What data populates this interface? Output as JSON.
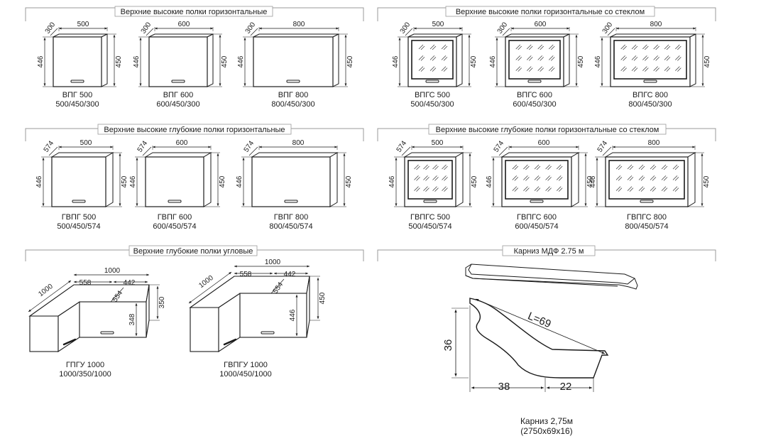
{
  "sections": [
    {
      "title": "Верхние высокие полки горизонтальные",
      "items": [
        {
          "depth": "300",
          "width": "500",
          "front_h": "446",
          "height": "450",
          "name": "ВПГ 500",
          "size": "500/450/300"
        },
        {
          "depth": "300",
          "width": "600",
          "front_h": "446",
          "height": "450",
          "name": "ВПГ 600",
          "size": "600/450/300"
        },
        {
          "depth": "300",
          "width": "800",
          "front_h": "446",
          "height": "450",
          "name": "ВПГ 800",
          "size": "800/450/300"
        }
      ]
    },
    {
      "title": "Верхние высокие полки горизонтальные со стеклом",
      "items": [
        {
          "depth": "300",
          "width": "500",
          "front_h": "446",
          "height": "450",
          "name": "ВПГС 500",
          "size": "500/450/300"
        },
        {
          "depth": "300",
          "width": "600",
          "front_h": "446",
          "height": "450",
          "name": "ВПГС 600",
          "size": "600/450/300"
        },
        {
          "depth": "300",
          "width": "800",
          "front_h": "446",
          "height": "450",
          "name": "ВПГС 800",
          "size": "800/450/300"
        }
      ]
    },
    {
      "title": "Верхние высокие глубокие полки горизонтальные",
      "items": [
        {
          "depth": "574",
          "width": "500",
          "front_h": "446",
          "height": "450",
          "name": "ГВПГ 500",
          "size": "500/450/574"
        },
        {
          "depth": "574",
          "width": "600",
          "front_h": "446",
          "height": "450",
          "name": "ГВПГ 600",
          "size": "600/450/574"
        },
        {
          "depth": "574",
          "width": "800",
          "front_h": "446",
          "height": "450",
          "name": "ГВПГ 800",
          "size": "800/450/574"
        }
      ]
    },
    {
      "title": "Верхние высокие глубокие полки горизонтальные со стеклом",
      "items": [
        {
          "depth": "574",
          "width": "500",
          "front_h": "446",
          "height": "450",
          "name": "ГВПГС 500",
          "size": "500/450/574"
        },
        {
          "depth": "574",
          "width": "600",
          "front_h": "446",
          "height": "450",
          "name": "ГВПГС 600",
          "size": "600/450/574"
        },
        {
          "depth": "574",
          "width": "800",
          "front_h": "446",
          "height": "450",
          "name": "ГВПГС 800",
          "size": "800/450/574"
        }
      ]
    },
    {
      "title": "Верхние глубокие полки угловые",
      "items": [
        {
          "side": "1000",
          "top": "1000",
          "w1": "558",
          "w2": "442",
          "depth": "554",
          "front_h": "348",
          "height": "350",
          "name": "ГПГУ 1000",
          "size": "1000/350/1000"
        },
        {
          "side": "1000",
          "top": "1000",
          "w1": "558",
          "w2": "442",
          "depth": "554",
          "front_h": "446",
          "height": "450",
          "name": "ГВПГУ 1000",
          "size": "1000/450/1000"
        }
      ]
    },
    {
      "title": "Карниз МДФ 2.75 м",
      "profile": {
        "length_label": "L=69",
        "height_label": "36",
        "left_label": "38",
        "right_label": "22"
      },
      "caption_line1": "Карниз 2,75м",
      "caption_line2": "(2750х69х16)"
    }
  ],
  "colors": {
    "line": "#1a1a1a",
    "frame": "#999999"
  }
}
